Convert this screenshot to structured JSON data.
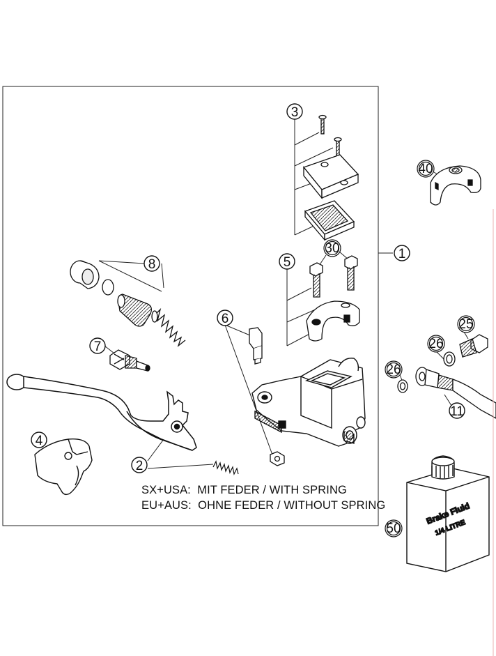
{
  "notes": {
    "line1": "SX+USA:  MIT FEDER / WITH SPRING",
    "line2": "EU+AUS:  OHNE FEDER / WITHOUT SPRING"
  },
  "bottle": {
    "label_line1": "Brake Fluid",
    "label_line2": "1/4 LITRE"
  },
  "callouts": [
    {
      "id": "1",
      "label": "1",
      "style": "single"
    },
    {
      "id": "2",
      "label": "2",
      "style": "single"
    },
    {
      "id": "3",
      "label": "3",
      "style": "single"
    },
    {
      "id": "4",
      "label": "4",
      "style": "single"
    },
    {
      "id": "5",
      "label": "5",
      "style": "single"
    },
    {
      "id": "6",
      "label": "6",
      "style": "single"
    },
    {
      "id": "7",
      "label": "7",
      "style": "single"
    },
    {
      "id": "8",
      "label": "8",
      "style": "single"
    },
    {
      "id": "11",
      "label": "11",
      "style": "single"
    },
    {
      "id": "25",
      "label": "25",
      "style": "double"
    },
    {
      "id": "26a",
      "label": "26",
      "style": "double"
    },
    {
      "id": "26b",
      "label": "26",
      "style": "double"
    },
    {
      "id": "30",
      "label": "30",
      "style": "double"
    },
    {
      "id": "40",
      "label": "40",
      "style": "double"
    },
    {
      "id": "50",
      "label": "50",
      "style": "double"
    }
  ]
}
